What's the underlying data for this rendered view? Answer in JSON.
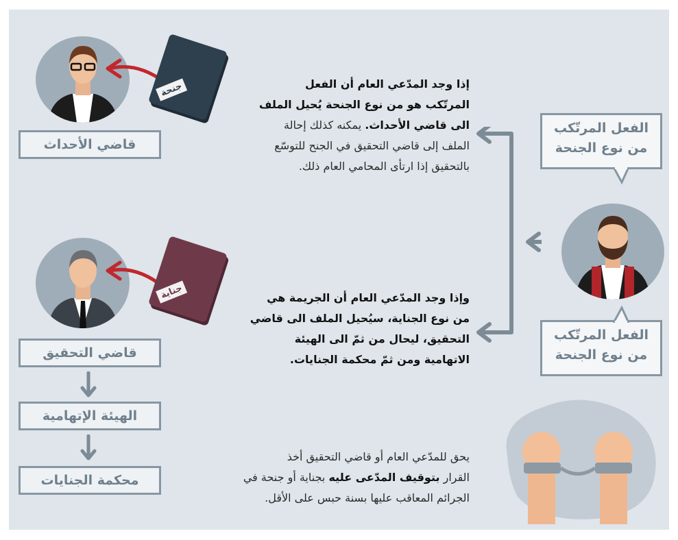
{
  "colors": {
    "panel_bg": "#dfe5ea",
    "box_border": "#8796a3",
    "box_text": "#6f7f8c",
    "arrow_red": "#c0282d",
    "arrow_grey": "#7d8b97",
    "folder_misdemeanor": "#2e3f4e",
    "folder_felony": "#6e3a4a"
  },
  "bubbles": {
    "top": [
      "الفعل المرتّكب",
      "من نوع الجنحة"
    ],
    "bottom": [
      "الفعل المرتّكب",
      "من نوع الجنحة"
    ]
  },
  "judges": {
    "juvenile_label": "قاضي الأحداث",
    "investigation_label": "قاضي التحقيق",
    "indictment_label": "الهيئة الإتهامية",
    "criminal_court_label": "محكمة الجنايات"
  },
  "folders": {
    "misdemeanor": "جنحة",
    "felony": "جناية"
  },
  "paragraphs": {
    "misdemeanor_bold": [
      "إذا وجد المدّعي العام أن الفعل",
      "المرتّكب هو من نوع الجنحة يُحيل الملف",
      "الى قاضي الأحداث."
    ],
    "misdemeanor_normal_tail": " يمكنه كذلك إحالة",
    "misdemeanor_normal": [
      "الملف إلى قاضي التحقيق في الجنح للتوسّع",
      "بالتحقيق إذا ارتأى المحامي العام ذلك."
    ],
    "felony": [
      "وإذا وجد المدّعي العام أن الجريمة هي",
      "من نوع الجناية، سيُحيل الملف الى قاضي",
      "التحقيق، ليحال من ثمّ الى الهيئة",
      "الاتهامية ومن ثمّ محكمة الجنايات."
    ],
    "arrest_line1": "يحق للمدّعي العام أو قاضي التحقيق أخذ",
    "arrest_line2_a": "القرار ",
    "arrest_line2_bold": "بتوقيف المدّعى عليه",
    "arrest_line2_b": " بجناية أو جنحة في",
    "arrest_line3": "الجرائم المعاقب عليها بسنة حبس على الأقل."
  }
}
